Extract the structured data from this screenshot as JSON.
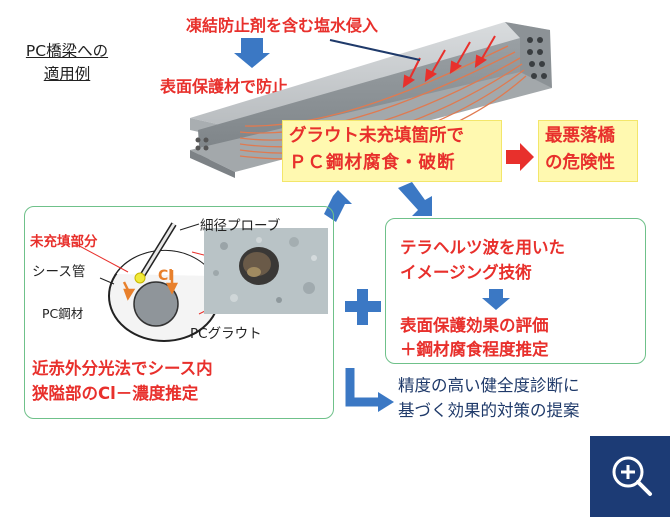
{
  "header": {
    "title": "PC橋梁への\n適用例",
    "intrusion": "凍結防止剤を含む塩水侵入",
    "protection": "表面保護材で防止"
  },
  "risk": {
    "line1": "グラウト未充填箇所で",
    "line2": "ＰＣ鋼材腐食・破断",
    "outcome_line1": "最悪落橋",
    "outcome_line2": "の危険性"
  },
  "left_panel": {
    "unfilled_label": "未充填部分",
    "probe_label": "細径プローブ",
    "sheath_label": "シース管",
    "cl_label": "Cl",
    "steel_label": "PC鋼材",
    "grout_label": "PCグラウト",
    "method_line1": "近赤外分光法でシース内",
    "method_line2": "狭隘部のCl－濃度推定"
  },
  "right_panel": {
    "tech_line1": "テラヘルツ波を用いた",
    "tech_line2": "イメージング技術",
    "eval_line1": "表面保護効果の評価",
    "eval_line2": "＋鋼材腐食程度推定"
  },
  "conclusion": {
    "line1": "精度の高い健全度診断に",
    "line2": "基づく効果的対策の提案"
  },
  "colors": {
    "accent_red": "#e8302c",
    "navy_text": "#1f3a6a",
    "arrow_blue": "#3b78c4",
    "highlight_yellow": "#fff9b0",
    "panel_border_green": "#6fc18a",
    "zoom_bg": "#1c3b75"
  },
  "icons": {
    "zoom": "zoom-in-icon",
    "plus": "plus-icon"
  }
}
